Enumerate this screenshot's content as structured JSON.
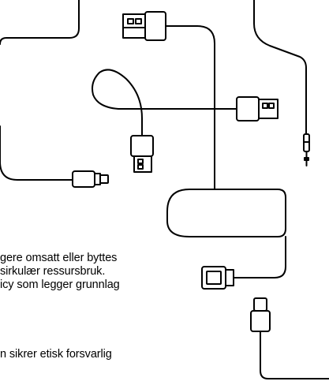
{
  "text": {
    "line1": "gere omsatt eller byttes",
    "line2": "sirkulær ressursbruk.",
    "line3": "icy som legger grunnlag",
    "line4": "n sikrer etisk forsvarlig"
  },
  "colors": {
    "ink": "#000000",
    "connector_fill": "#ffffff",
    "background": "#ffffff"
  },
  "icons": [
    "usb-a-connector-icon",
    "lightning-connector-icon",
    "audio-jack-icon",
    "usb-c-connector-icon",
    "cable-icon"
  ]
}
